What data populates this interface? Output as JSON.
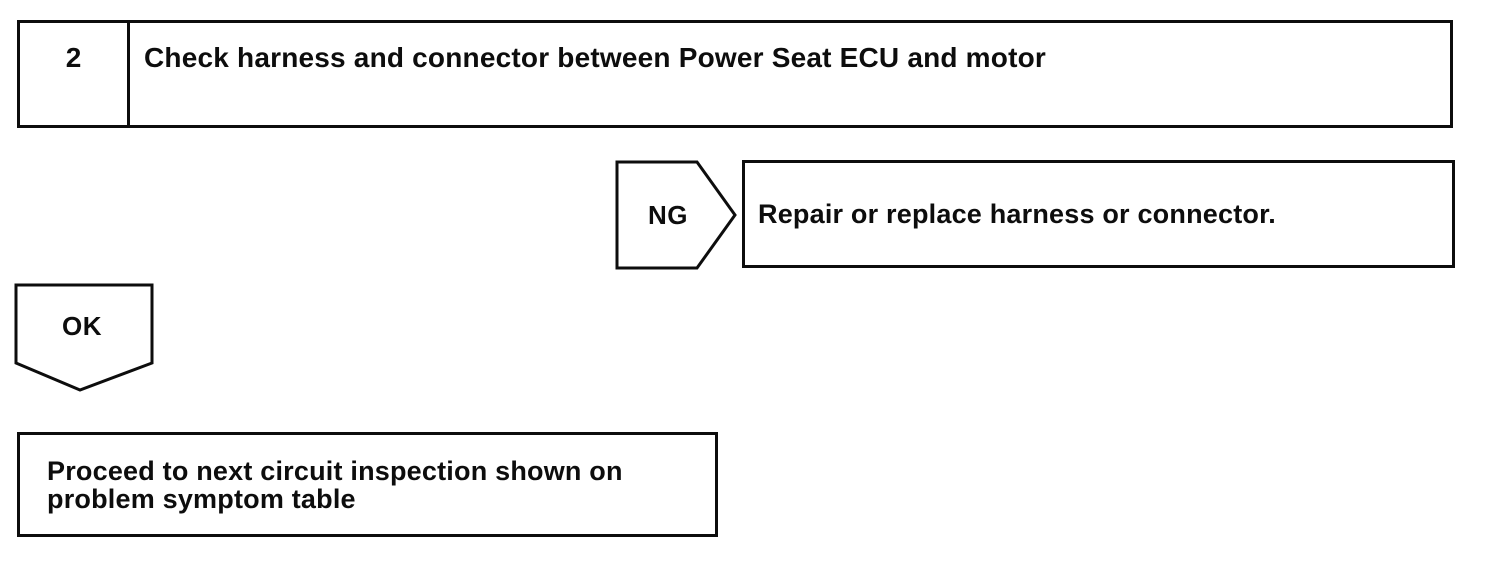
{
  "page": {
    "background": "#ffffff",
    "ink": "#0d0d0d"
  },
  "flowchart": {
    "step_box": {
      "number": "2",
      "title": "Check harness and connector between Power Seat ECU and motor"
    },
    "ng_branch": {
      "connector_label": "NG",
      "result": "Repair or replace harness or connector."
    },
    "ok_branch": {
      "connector_label": "OK",
      "result_lines": [
        "Proceed to next circuit inspection shown on",
        "problem symptom table"
      ]
    }
  }
}
